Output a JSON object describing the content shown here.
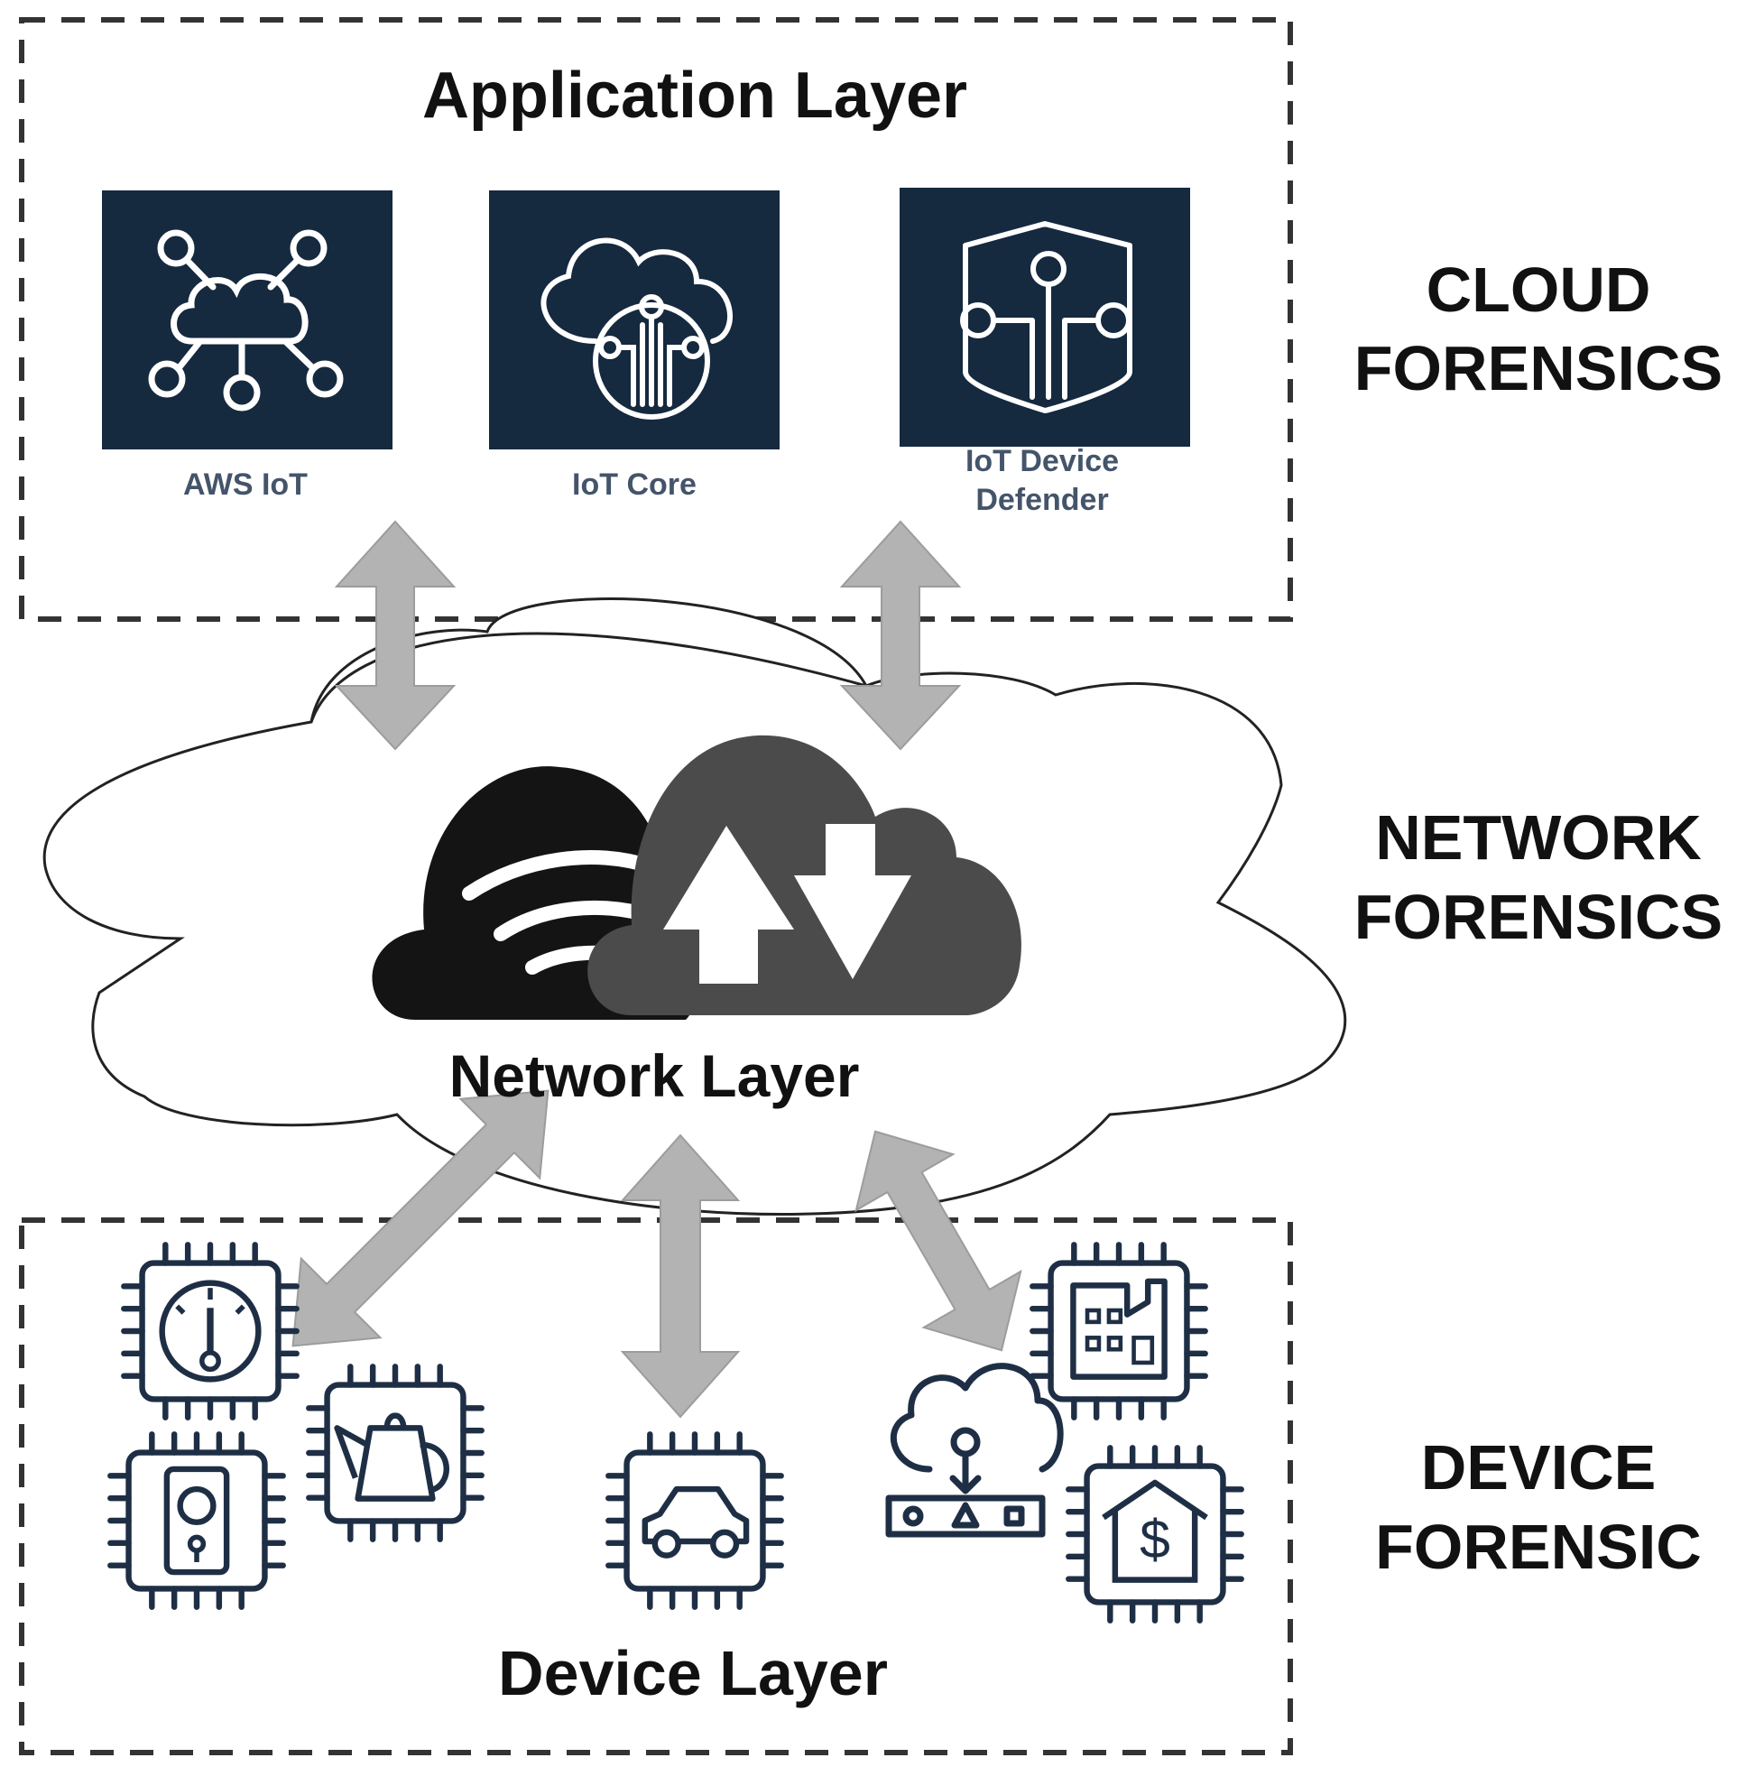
{
  "layers": {
    "application": "Application Layer",
    "network": "Network Layer",
    "device": "Device Layer"
  },
  "services": [
    {
      "label": "AWS IoT",
      "icon": "iot-cloud-hub-icon"
    },
    {
      "label": "IoT Core",
      "icon": "cloud-circuit-icon"
    },
    {
      "label_line1": "IoT Device",
      "label_line2": "Defender",
      "icon": "shield-circuit-icon"
    }
  ],
  "forensics": {
    "cloud": [
      "CLOUD",
      "FORENSICS"
    ],
    "network": [
      "NETWORK",
      "FORENSICS"
    ],
    "device": [
      "DEVICE",
      "FORENSIC"
    ]
  },
  "devices": [
    {
      "icon": "thermometer-chip-icon"
    },
    {
      "icon": "kettle-chip-icon"
    },
    {
      "icon": "speaker-chip-icon"
    },
    {
      "icon": "car-chip-icon"
    },
    {
      "icon": "cloud-router-icon"
    },
    {
      "icon": "factory-chip-icon"
    },
    {
      "icon": "bank-chip-icon"
    }
  ],
  "colors": {
    "tile_bg": "#15293f",
    "icon_stroke": "#1e2f45",
    "arrow_fill": "#b3b3b3",
    "label_blue": "#44546a",
    "dark_cloud": "#141414",
    "gray_cloud": "#4b4b4b"
  }
}
